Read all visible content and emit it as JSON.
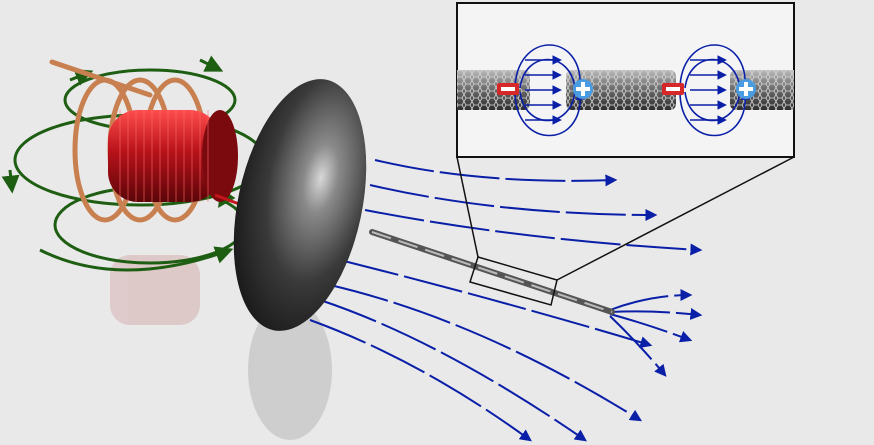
{
  "inset": {
    "charges": [
      {
        "sign": "negative",
        "symbol": "−",
        "color": "#d62828"
      },
      {
        "sign": "positive",
        "symbol": "+",
        "color": "#4a9be0"
      },
      {
        "sign": "negative",
        "symbol": "−",
        "color": "#d62828"
      },
      {
        "sign": "positive",
        "symbol": "+",
        "color": "#4a9be0"
      }
    ]
  },
  "colors": {
    "background": "#e9e9e9",
    "magnetic_field_lines": "#1e5e12",
    "electric_field_lines": "#0a1fa8",
    "coil": "#c4161c",
    "copper_wire": "#c98050",
    "disc": "#2b2b2b",
    "nanotube": "#6b6b6b"
  }
}
